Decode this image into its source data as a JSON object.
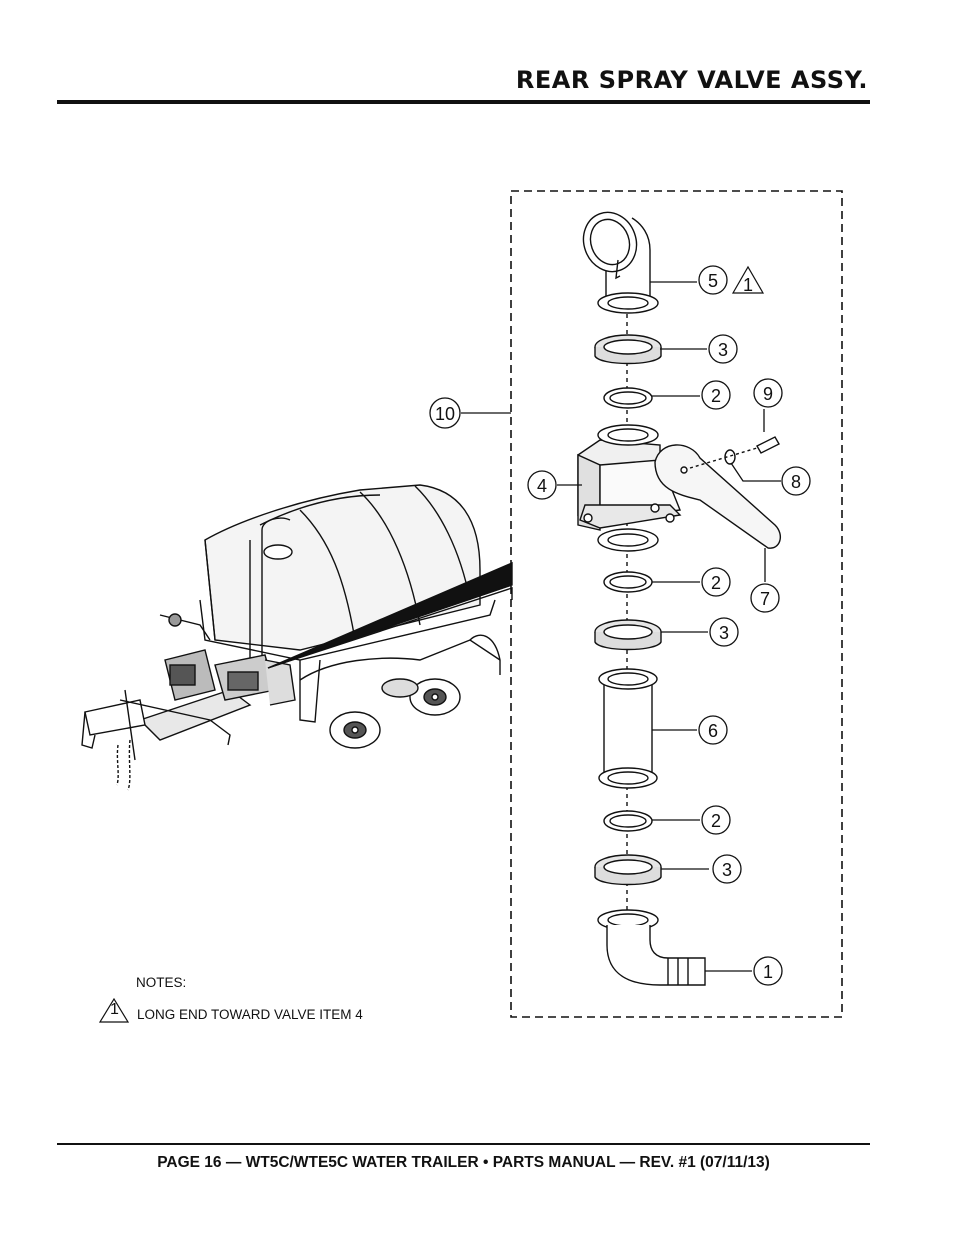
{
  "header": {
    "title": "REAR SPRAY VALVE ASSY."
  },
  "callouts": [
    {
      "id": "callout-5",
      "label": "5"
    },
    {
      "id": "callout-3a",
      "label": "3"
    },
    {
      "id": "callout-2a",
      "label": "2"
    },
    {
      "id": "callout-9",
      "label": "9"
    },
    {
      "id": "callout-10",
      "label": "10"
    },
    {
      "id": "callout-4",
      "label": "4"
    },
    {
      "id": "callout-8",
      "label": "8"
    },
    {
      "id": "callout-2b",
      "label": "2"
    },
    {
      "id": "callout-7",
      "label": "7"
    },
    {
      "id": "callout-3b",
      "label": "3"
    },
    {
      "id": "callout-6",
      "label": "6"
    },
    {
      "id": "callout-2c",
      "label": "2"
    },
    {
      "id": "callout-3c",
      "label": "3"
    },
    {
      "id": "callout-1",
      "label": "1"
    }
  ],
  "warning_marker": "1",
  "notes": {
    "heading": "NOTES:",
    "items": [
      {
        "marker": "1",
        "text": "LONG END TOWARD VALVE ITEM 4"
      }
    ]
  },
  "footer": {
    "text": "PAGE 16 — WT5C/WTE5C WATER TRAILER • PARTS MANUAL — REV. #1 (07/11/13)"
  }
}
